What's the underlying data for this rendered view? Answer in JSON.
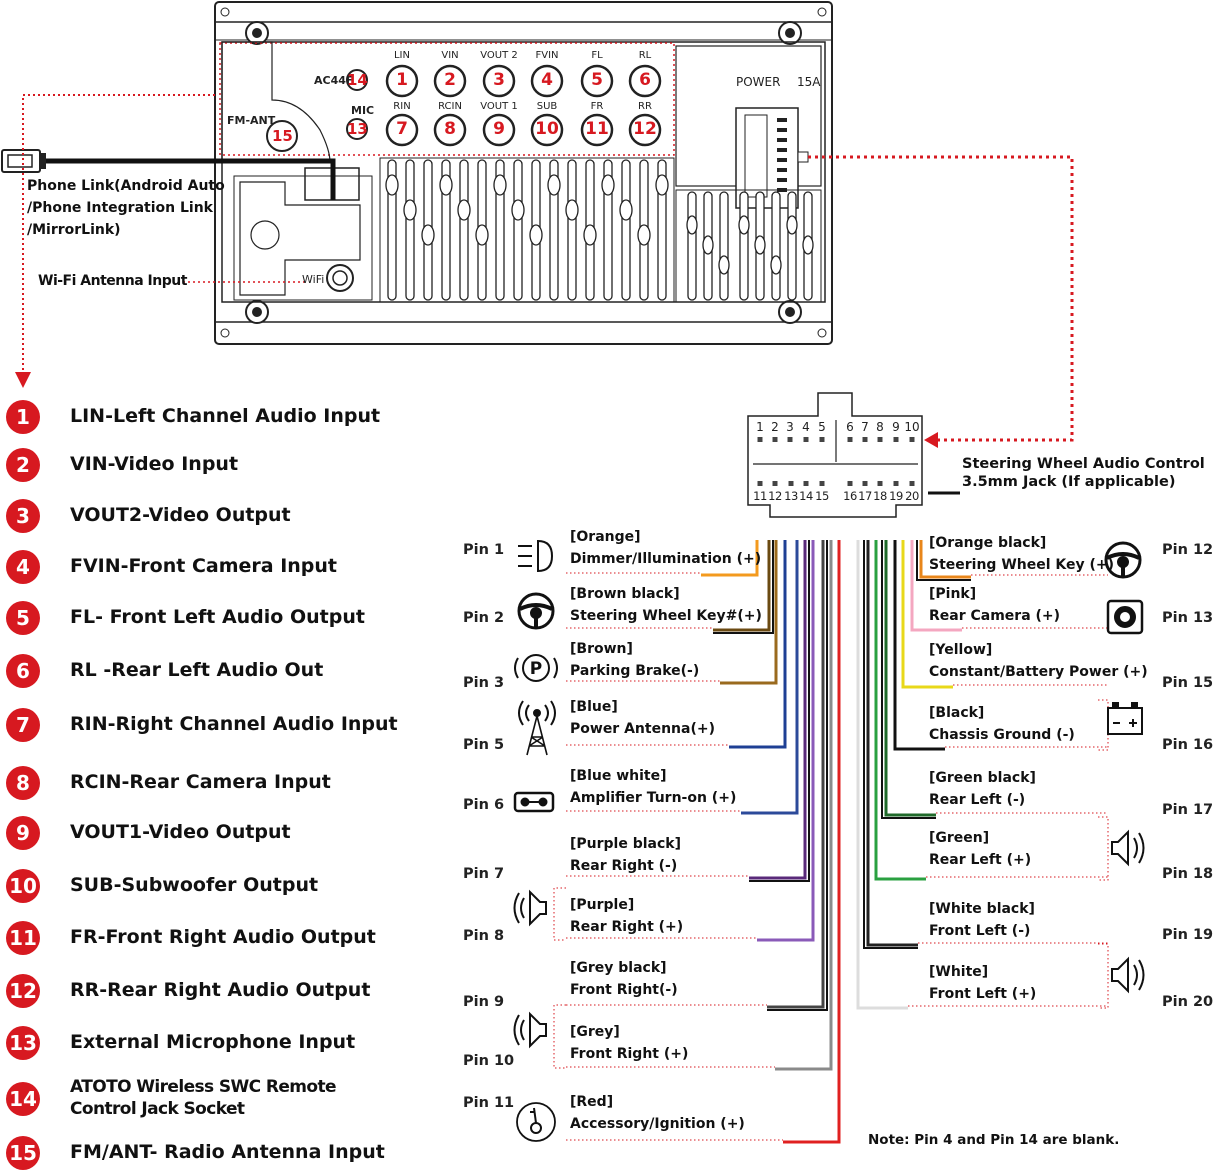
{
  "radio": {
    "ports_top": [
      "LIN",
      "VIN",
      "VOUT 2",
      "FVIN",
      "FL",
      "RL"
    ],
    "ports_bottom": [
      "RIN",
      "RCIN",
      "VOUT 1",
      "SUB",
      "FR",
      "RR"
    ],
    "nums_top": [
      "1",
      "2",
      "3",
      "4",
      "5",
      "6"
    ],
    "nums_bottom": [
      "7",
      "8",
      "9",
      "10",
      "11",
      "12"
    ],
    "ac44f": "AC44F",
    "mic": "MIC",
    "fm_ant": "FM-ANT",
    "wifi": "WiFi",
    "power": "POWER",
    "amp": "15A",
    "n13": "13",
    "n14": "14",
    "n15": "15"
  },
  "callouts": {
    "phone_link": [
      "Phone Link(Android Auto",
      "/Phone Integration Link",
      "/MirrorLink)"
    ],
    "wifi_antenna": "Wi-Fi Antenna Input",
    "steering": [
      "Steering Wheel Audio Control",
      "3.5mm Jack (If applicable)"
    ]
  },
  "connector": {
    "top_numbers": [
      "1",
      "2",
      "3",
      "4",
      "5",
      "6",
      "7",
      "8",
      "9",
      "10"
    ],
    "bottom_numbers": [
      "11",
      "12",
      "13",
      "14",
      "15",
      "16",
      "17",
      "18",
      "19",
      "20"
    ]
  },
  "legend": [
    {
      "num": "1",
      "label": "LIN-Left Channel Audio Input"
    },
    {
      "num": "2",
      "label": "VIN-Video Input"
    },
    {
      "num": "3",
      "label": "VOUT2-Video Output"
    },
    {
      "num": "4",
      "label": "FVIN-Front Camera Input"
    },
    {
      "num": "5",
      "label": "FL- Front Left Audio Output"
    },
    {
      "num": "6",
      "label": "RL -Rear Left Audio Out"
    },
    {
      "num": "7",
      "label": "RIN-Right Channel Audio Input"
    },
    {
      "num": "8",
      "label": "RCIN-Rear Camera Input"
    },
    {
      "num": "9",
      "label": "VOUT1-Video Output"
    },
    {
      "num": "10",
      "label": "SUB-Subwoofer Output"
    },
    {
      "num": "11",
      "label": "FR-Front Right Audio Output"
    },
    {
      "num": "12",
      "label": "RR-Rear Right Audio Output"
    },
    {
      "num": "13",
      "label": "External Microphone Input"
    },
    {
      "num": "14",
      "label": "ATOTO Wireless SWC Remote",
      "label2": "Control Jack Socket"
    },
    {
      "num": "15",
      "label": "FM/ANT- Radio Antenna Input"
    }
  ],
  "pins_left": [
    {
      "pin": "Pin 1",
      "color_name": "[Orange]",
      "function": "Dimmer/Illumination (+)",
      "color": "#f39a1e",
      "icon": "headlight-icon"
    },
    {
      "pin": "Pin 2",
      "color_name": "[Brown black]",
      "function": "Steering Wheel Key#(+)",
      "color": "#6b4a12",
      "icon": "steering-wheel-icon"
    },
    {
      "pin": "Pin 3",
      "color_name": "[Brown]",
      "function": "Parking Brake(-)",
      "color": "#9a6a1e",
      "icon": "parking-brake-icon"
    },
    {
      "pin": "Pin 5",
      "color_name": "[Blue]",
      "function": "Power Antenna(+)",
      "color": "#1e3f94",
      "icon": "antenna-icon"
    },
    {
      "pin": "Pin 6",
      "color_name": "[Blue white]",
      "function": "Amplifier Turn-on (+)",
      "color": "#2c4a9a",
      "icon": "amplifier-icon"
    },
    {
      "pin": "Pin 7",
      "color_name": "[Purple black]",
      "function": "Rear Right (-)",
      "color": "#5a2a7a",
      "icon": ""
    },
    {
      "pin": "Pin 8",
      "color_name": "[Purple]",
      "function": "Rear Right (+)",
      "color": "#8a5ab8",
      "icon": "speaker-icon"
    },
    {
      "pin": "Pin 9",
      "color_name": "[Grey black]",
      "function": "Front Right(-)",
      "color": "#444444",
      "icon": ""
    },
    {
      "pin": "Pin 10",
      "color_name": "[Grey]",
      "function": "Front Right (+)",
      "color": "#8a8a8a",
      "icon": "speaker-icon"
    },
    {
      "pin": "Pin 11",
      "color_name": "[Red]",
      "function": "Accessory/Ignition (+)",
      "color": "#e02020",
      "icon": "ignition-key-icon"
    }
  ],
  "pins_right": [
    {
      "pin": "Pin 12",
      "color_name": "[Orange black]",
      "function": "Steering Wheel Key (+)",
      "color": "#e8861a",
      "icon": "steering-wheel-icon"
    },
    {
      "pin": "Pin 13",
      "color_name": "[Pink]",
      "function": "Rear Camera (+)",
      "color": "#f4a7c0",
      "icon": "camera-icon"
    },
    {
      "pin": "Pin 15",
      "color_name": "[Yellow]",
      "function": "Constant/Battery Power (+)",
      "color": "#e8d81a",
      "icon": ""
    },
    {
      "pin": "Pin 16",
      "color_name": "[Black]",
      "function": "Chassis Ground (-)",
      "color": "#111111",
      "icon": "battery-icon"
    },
    {
      "pin": "Pin 17",
      "color_name": "[Green black]",
      "function": "Rear Left (-)",
      "color": "#1f6a2a",
      "icon": ""
    },
    {
      "pin": "Pin 18",
      "color_name": "[Green]",
      "function": "Rear Left (+)",
      "color": "#2aa040",
      "icon": "speaker-icon"
    },
    {
      "pin": "Pin 19",
      "color_name": "[White black]",
      "function": "Front Left (-)",
      "color": "#222222",
      "icon": ""
    },
    {
      "pin": "Pin 20",
      "color_name": "[White]",
      "function": "Front Left (+)",
      "color": "#dddddd",
      "icon": "speaker-icon"
    }
  ],
  "note": "Note: Pin 4 and Pin 14 are blank."
}
